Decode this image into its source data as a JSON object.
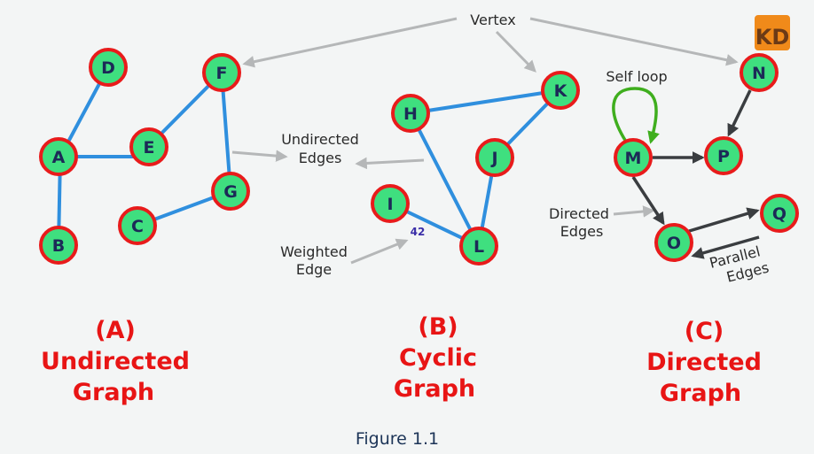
{
  "annotations": {
    "vertex": "Vertex",
    "undirected_edges": [
      "Undirected",
      "Edges"
    ],
    "weighted_edge": [
      "Weighted",
      "Edge"
    ],
    "weight_value": "42",
    "self_loop": "Self loop",
    "directed_edges": [
      "Directed",
      "Edges"
    ],
    "parallel_edges": [
      "Parallel",
      "Edges"
    ]
  },
  "captions": {
    "a": [
      "(A)",
      "Undirected",
      "Graph"
    ],
    "b": [
      "(B)",
      "Cyclic",
      "Graph"
    ],
    "c": [
      "(C)",
      "Directed",
      "Graph"
    ]
  },
  "figure_label": "Figure 1.1",
  "logo": {
    "text": "KD",
    "tagline": ""
  },
  "nodes": {
    "A": "A",
    "B": "B",
    "C": "C",
    "D": "D",
    "E": "E",
    "F": "F",
    "G": "G",
    "H": "H",
    "I": "I",
    "J": "J",
    "K": "K",
    "L": "L",
    "M": "M",
    "N": "N",
    "O": "O",
    "P": "P",
    "Q": "Q"
  },
  "edges": {
    "undirected": [
      [
        "A",
        "D"
      ],
      [
        "A",
        "E"
      ],
      [
        "A",
        "B"
      ],
      [
        "E",
        "F"
      ],
      [
        "F",
        "G"
      ],
      [
        "G",
        "C"
      ],
      [
        "H",
        "K"
      ],
      [
        "H",
        "L"
      ],
      [
        "K",
        "J"
      ],
      [
        "J",
        "L"
      ],
      [
        "I",
        "L"
      ]
    ],
    "directed": [
      [
        "M",
        "P"
      ],
      [
        "N",
        "P"
      ],
      [
        "M",
        "O"
      ],
      [
        "O",
        "Q"
      ],
      [
        "Q",
        "O"
      ]
    ],
    "self_loops": [
      "M"
    ]
  },
  "colors": {
    "node_fill": "#3fdf7f",
    "node_stroke": "#e81b1b",
    "edge_undirected": "#2f8fde",
    "edge_directed": "#3a3d40",
    "caption": "#e81515",
    "self_loop": "#3fae1e",
    "pointer": "#b5b7b8",
    "logo_accent": "#f08a1a"
  }
}
